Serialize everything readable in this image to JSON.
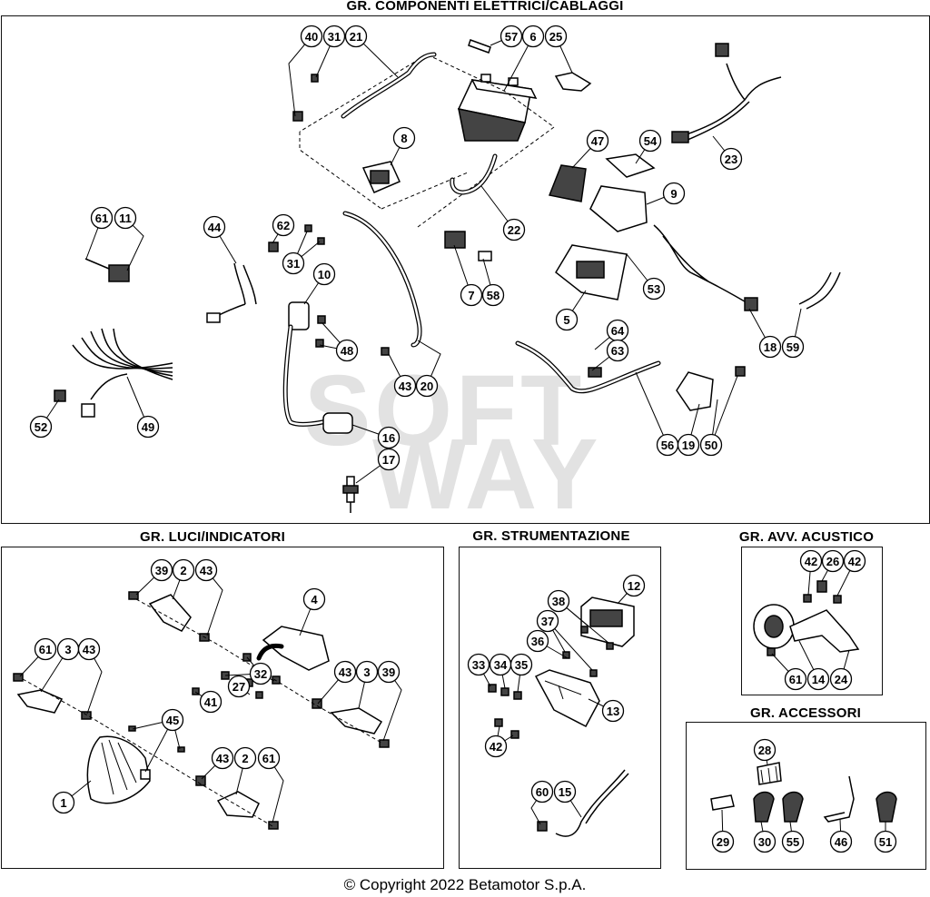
{
  "sections": {
    "electrical": "GR. COMPONENTI ELETTRICI/CABLAGGI",
    "lights": "GR. LUCI/INDICATORI",
    "instruments": "GR. STRUMENTAZIONE",
    "horn": "GR. AVV. ACUSTICO",
    "accessories": "GR. ACCESSORI"
  },
  "watermark": {
    "line1": "SOFT",
    "line2": "WAY"
  },
  "copyright": "© Copyright 2022 Betamotor S.p.A.",
  "callouts": {
    "electrical": [
      "40",
      "31",
      "21",
      "57",
      "6",
      "25",
      "8",
      "23",
      "47",
      "54",
      "9",
      "61",
      "11",
      "44",
      "62",
      "31",
      "22",
      "7",
      "58",
      "53",
      "5",
      "18",
      "59",
      "10",
      "48",
      "64",
      "63",
      "52",
      "49",
      "43",
      "20",
      "16",
      "17",
      "56",
      "19",
      "50"
    ],
    "lights": [
      "39",
      "2",
      "43",
      "4",
      "61",
      "3",
      "43",
      "32",
      "27",
      "41",
      "43",
      "3",
      "39",
      "45",
      "1",
      "43",
      "2",
      "61"
    ],
    "instruments": [
      "12",
      "38",
      "37",
      "36",
      "33",
      "34",
      "35",
      "13",
      "42",
      "60",
      "15"
    ],
    "horn": [
      "42",
      "26",
      "42",
      "61",
      "14",
      "24"
    ],
    "accessories": [
      "28",
      "29",
      "30",
      "55",
      "46",
      "51"
    ]
  }
}
